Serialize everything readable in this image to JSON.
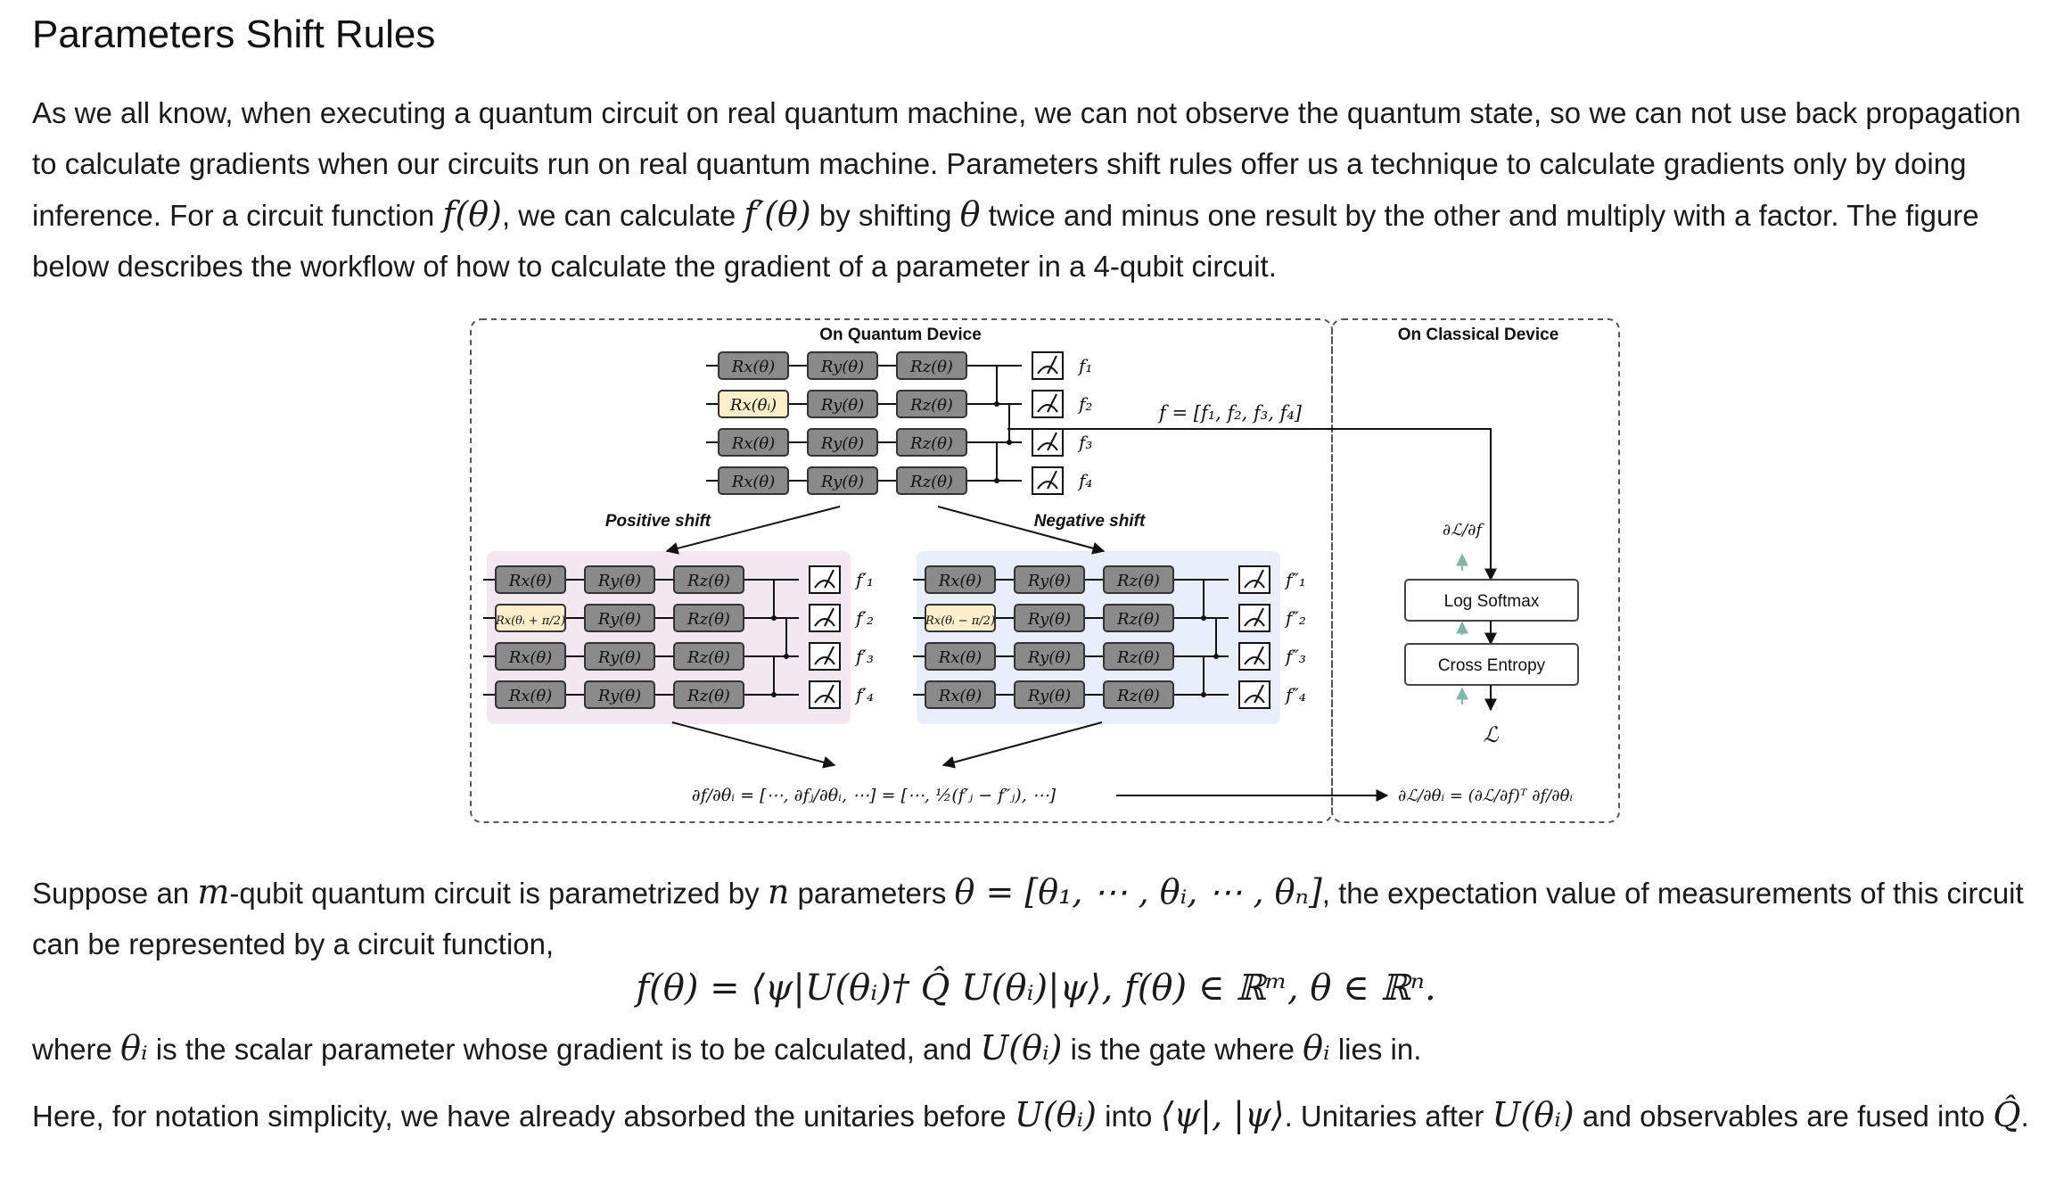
{
  "title": "Parameters Shift Rules",
  "intro": {
    "p1": "As we all know, when executing a quantum circuit on real quantum machine, we can not observe the quantum state, so we can not use back propagation to calculate gradients when our circuits run on real quantum machine. Parameters shift rules offer us a technique to calculate gradients only by doing inference. For a circuit function ",
    "m1": "f(θ)",
    "p2": ", we can calculate ",
    "m2": "f′(θ)",
    "p3": " by shifting ",
    "m3": "θ",
    "p4": " twice and minus one result by the other and multiply with a factor. The figure below describes the workflow of how to calculate the gradient of a parameter in a 4-qubit circuit."
  },
  "figure": {
    "quantum_device_label": "On Quantum Device",
    "classical_device_label": "On Classical Device",
    "positive_shift_label": "Positive shift",
    "negative_shift_label": "Negative shift",
    "gates": {
      "rx": "Rx(θ)",
      "ry": "Ry(θ)",
      "rz": "Rz(θ)",
      "rx_i": "Rx(θᵢ)",
      "rx_plus": "Rx(θᵢ + π/2)",
      "rx_minus": "Rx(θᵢ − π/2)"
    },
    "outputs": [
      "f₁",
      "f₂",
      "f₃",
      "f₄"
    ],
    "outputs_pos": [
      "f′₁",
      "f′₂",
      "f′₃",
      "f′₄"
    ],
    "outputs_neg": [
      "f″₁",
      "f″₂",
      "f″₃",
      "f″₄"
    ],
    "f_vector": "f = [f₁, f₂, f₃, f₄]",
    "dL_df": "∂ℒ/∂f",
    "log_softmax": "Log Softmax",
    "cross_entropy": "Cross Entropy",
    "loss": "ℒ",
    "grad_formula": "∂f/∂θᵢ = [⋯, ∂fⱼ/∂θᵢ, ⋯] = [⋯, ½(f′ⱼ − f″ⱼ), ⋯]",
    "chain_rule": "∂ℒ/∂θᵢ = (∂ℒ/∂f)ᵀ ∂f/∂θᵢ"
  },
  "body": {
    "s1": "Suppose an ",
    "m_m": "m",
    "s2": "-qubit quantum circuit is parametrized by ",
    "m_n": "n",
    "s3": " parameters ",
    "m_theta_vec": "θ = [θ₁, ⋯ , θᵢ, ⋯ , θₙ]",
    "s4": ", the expectation value of measurements of this circuit can be represented by a circuit function,",
    "equation": "f(θ) = ⟨ψ|U(θᵢ)† Q̂ U(θᵢ)|ψ⟩,      f(θ) ∈ ℝᵐ, θ ∈ ℝⁿ.",
    "w1": "where ",
    "w_theta": "θᵢ",
    "w2": " is the scalar parameter whose gradient is to be calculated, and ",
    "w_u": "U(θᵢ)",
    "w3": " is the gate where ",
    "w_theta2": "θᵢ",
    "w4": " lies in.",
    "h1": "Here, for notation simplicity, we have already absorbed the unitaries before ",
    "h_u": "U(θᵢ)",
    "h2": " into ",
    "h_bra": "⟨ψ|, |ψ⟩",
    "h3": ". Unitaries after ",
    "h_u2": "U(θᵢ)",
    "h4": " and observables are fused into ",
    "h_q": "Q̂",
    "h5": "."
  }
}
